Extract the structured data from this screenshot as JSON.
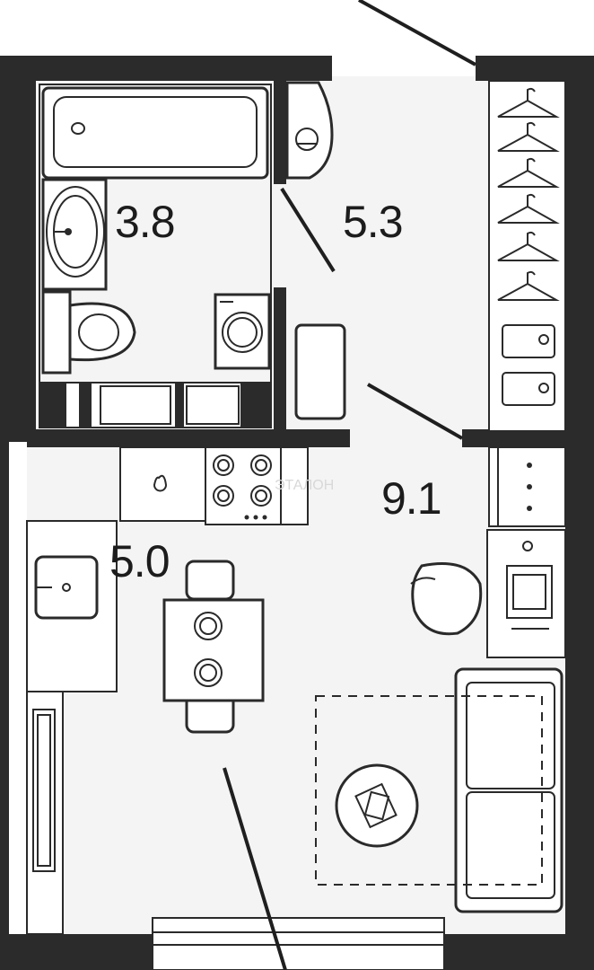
{
  "rooms": [
    {
      "id": "bathroom",
      "area": "3.8"
    },
    {
      "id": "hallway",
      "area": "5.3"
    },
    {
      "id": "living-room",
      "area": "9.1"
    },
    {
      "id": "kitchen",
      "area": "5.0"
    }
  ],
  "watermark": "ЭТАЛОН"
}
